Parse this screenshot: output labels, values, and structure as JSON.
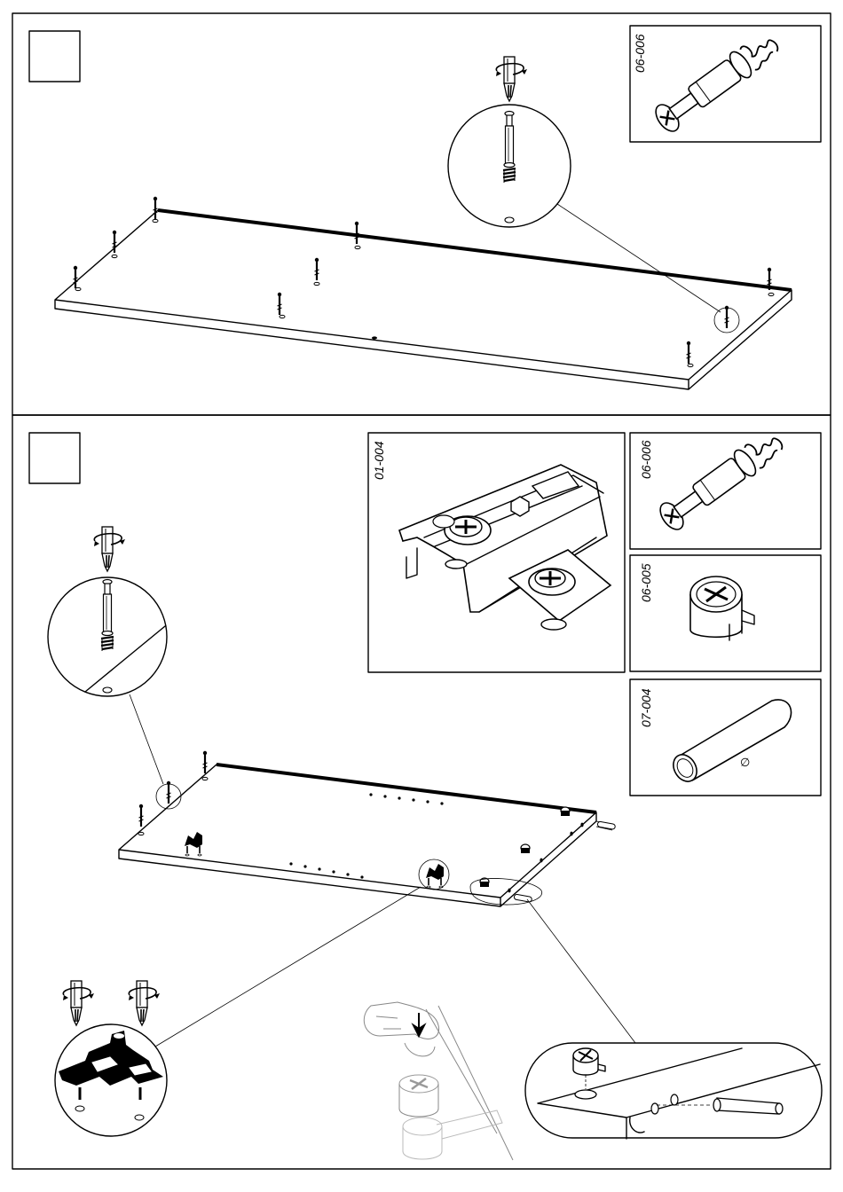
{
  "steps": [
    {
      "parts": [
        {
          "code": "06-006",
          "icon": "cam-bolt-icon"
        }
      ]
    },
    {
      "parts": [
        {
          "code": "01-004",
          "icon": "hinge-mounting-plate-icon"
        },
        {
          "code": "06-006",
          "icon": "cam-bolt-icon"
        },
        {
          "code": "06-005",
          "icon": "cam-lock-nut-icon"
        },
        {
          "code": "07-004",
          "icon": "wooden-dowel-icon"
        }
      ]
    }
  ],
  "symbols": {
    "diameter": "∅"
  },
  "colors": {
    "line": "#000000",
    "hint": "#888888",
    "paper": "#ffffff"
  }
}
